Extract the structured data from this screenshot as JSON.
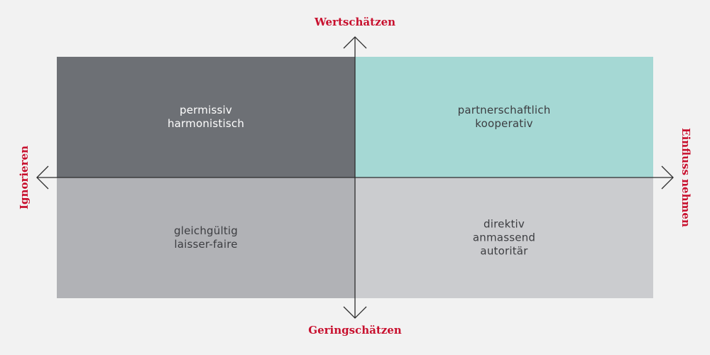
{
  "axes": {
    "top": "Wertschätzen",
    "bottom": "Geringschätzen",
    "left": "Ignorieren",
    "right": "Einfluss nehmen"
  },
  "quadrants": {
    "top_left": {
      "lines": [
        "permissiv",
        "harmonistisch"
      ],
      "color": "#6d7075"
    },
    "top_right": {
      "lines": [
        "partnerschaftlich",
        "kooperativ"
      ],
      "color": "#a5d8d4"
    },
    "bottom_left": {
      "lines": [
        "gleichgültig",
        "laisser-faire"
      ],
      "color": "#b1b2b6"
    },
    "bottom_right": {
      "lines": [
        "direktiv",
        "anmassend",
        "autoritär"
      ],
      "color": "#cbcccf"
    }
  },
  "colors": {
    "label": "#c8102e",
    "axis_line": "#2d2d2d"
  }
}
